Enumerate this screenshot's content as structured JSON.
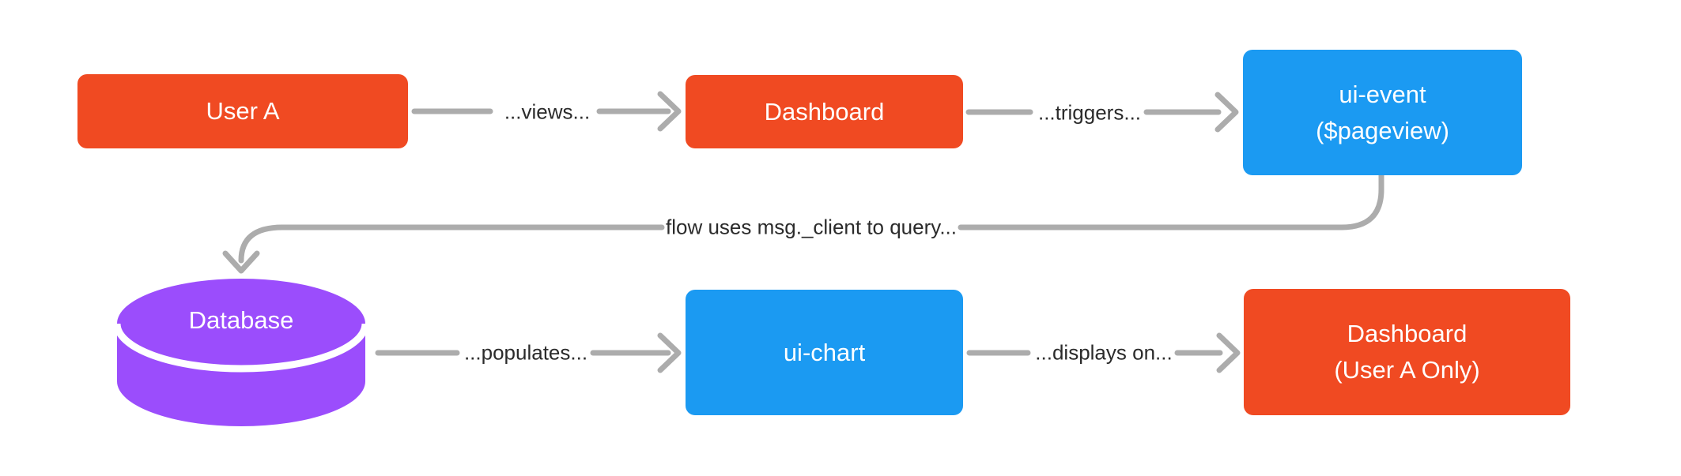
{
  "colors": {
    "node_orange": "#F04A22",
    "node_blue": "#1B9AF2",
    "database_purple": "#9B4DFC",
    "arrow_gray": "#ACACAC",
    "edge_label_text": "#2B2B2B",
    "node_text": "#FFFFFF",
    "background": "#FFFFFF"
  },
  "nodes": {
    "user_a": {
      "label": "User A"
    },
    "dashboard_top": {
      "label": "Dashboard"
    },
    "ui_event": {
      "label_line1": "ui-event",
      "label_line2": "($pageview)"
    },
    "database": {
      "label": "Database"
    },
    "ui_chart": {
      "label": "ui-chart"
    },
    "dashboard_user_a": {
      "label_line1": "Dashboard",
      "label_line2": "(User A Only)"
    }
  },
  "edges": {
    "views": {
      "label": "...views..."
    },
    "triggers": {
      "label": "...triggers..."
    },
    "query": {
      "label": "flow uses msg._client to query..."
    },
    "populates": {
      "label": "...populates..."
    },
    "displays_on": {
      "label": "...displays on..."
    }
  }
}
